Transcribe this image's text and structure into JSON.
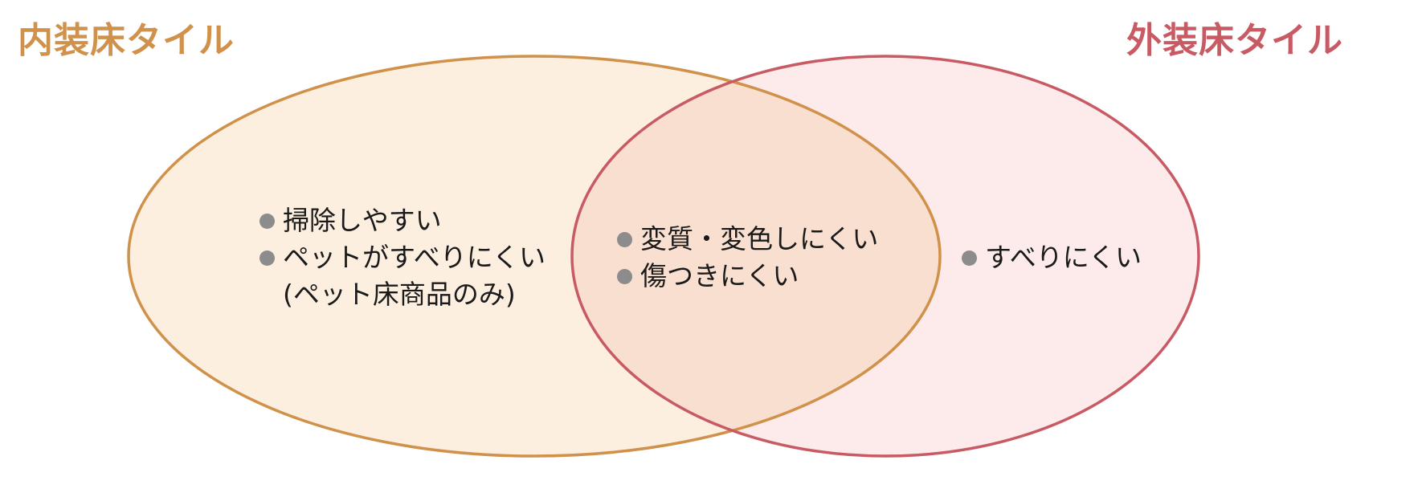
{
  "sets": {
    "left": {
      "title": "内装床タイル",
      "color": "#d0914a",
      "fill": "#fcefe0",
      "items": [
        {
          "text": "掃除しやすい"
        },
        {
          "text": "ペットがすべりにくい",
          "continuation": "(ペット床商品のみ)"
        }
      ]
    },
    "right": {
      "title": "外装床タイル",
      "color": "#c85a64",
      "fill": "#fcebea",
      "items": [
        {
          "text": "すべりにくい"
        }
      ]
    },
    "overlap": {
      "fill": "#f9dfd0",
      "items": [
        {
          "text": "変質・変色しにくい"
        },
        {
          "text": "傷つきにくい"
        }
      ]
    }
  },
  "icons": {
    "bullet": "bullet-dot-icon"
  }
}
